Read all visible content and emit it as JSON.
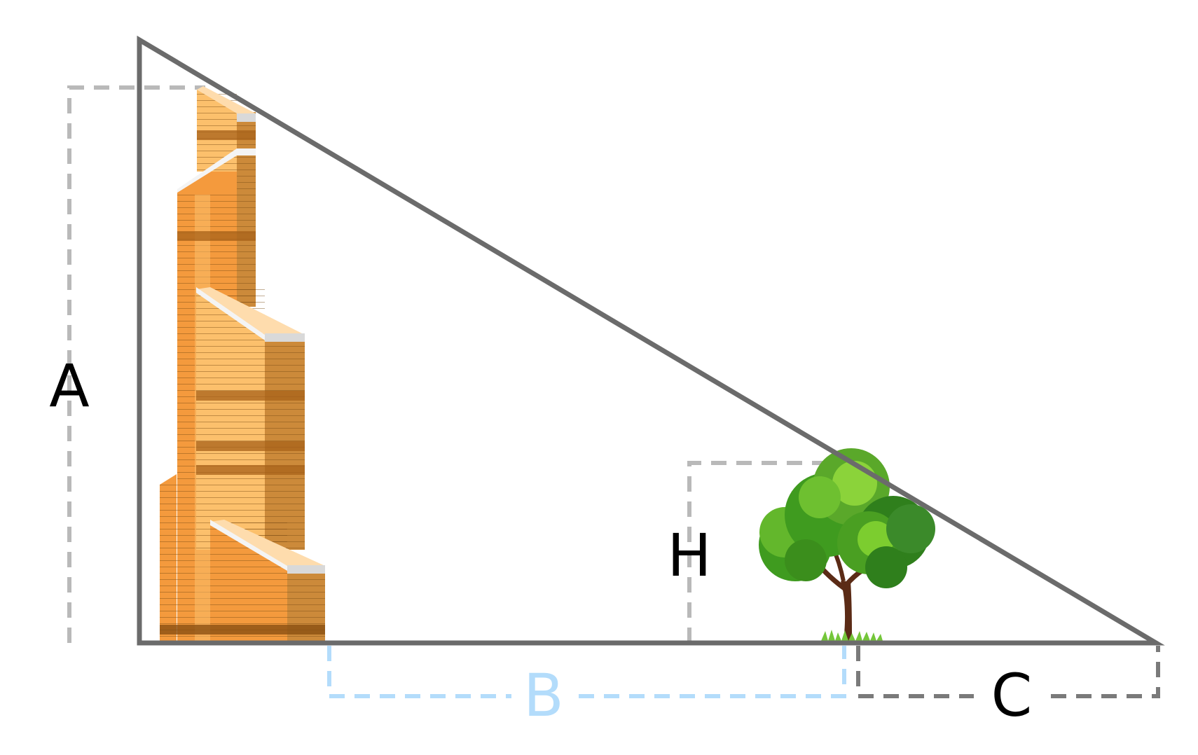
{
  "labels": {
    "building_height": "A",
    "gap_distance": "B",
    "shadow_distance": "C",
    "tree_height": "H"
  },
  "colors": {
    "triangle_stroke": "#6b6b6b",
    "dashed_gray": "#b9b9b9",
    "dashed_dark": "#7a7a7a",
    "dashed_blue": "#b3dcfb",
    "label_black": "#000000",
    "label_blue": "#b3dcfb",
    "building_light": "#fcc06c",
    "building_mid": "#f49a3d",
    "building_dark": "#8a4f12",
    "building_roof": "#fedcad",
    "tree_green": "#3f9b1f",
    "tree_light": "#7ccd2f",
    "tree_trunk": "#5b2b16"
  },
  "icons": {
    "building": "skyscraper-icon",
    "tree": "tree-icon"
  }
}
